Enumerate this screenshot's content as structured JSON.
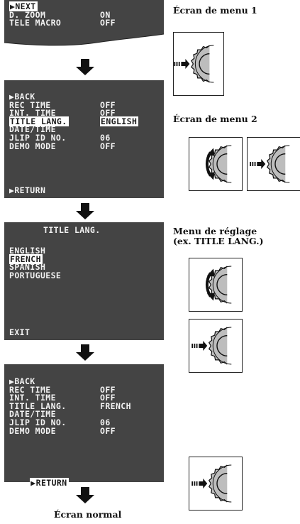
{
  "screen1": {
    "rows": [
      {
        "label": "▶NEXT",
        "value": "",
        "highlight": true
      },
      {
        "label": "D. ZOOM",
        "value": "ON"
      },
      {
        "label": "TELE MACRO",
        "value": "OFF"
      }
    ]
  },
  "screen2": {
    "rows": [
      {
        "label": "▶BACK",
        "value": ""
      },
      {
        "label": "REC TIME",
        "value": "OFF"
      },
      {
        "label": "INT. TIME",
        "value": "OFF"
      },
      {
        "label": "TITLE LANG.",
        "value": "ENGLISH",
        "highlight": true
      },
      {
        "label": "DATE/TIME",
        "value": ""
      },
      {
        "label": "JLIP ID NO.",
        "value": "06"
      },
      {
        "label": "DEMO MODE",
        "value": "OFF"
      }
    ],
    "footer": "▶RETURN"
  },
  "screen3": {
    "title": "TITLE LANG.",
    "options": [
      {
        "label": "ENGLISH"
      },
      {
        "label": "FRENCH",
        "highlight": true
      },
      {
        "label": "SPANISH"
      },
      {
        "label": "PORTUGUESE"
      }
    ],
    "footer": "EXIT"
  },
  "screen4": {
    "rows": [
      {
        "label": "▶BACK",
        "value": ""
      },
      {
        "label": "REC TIME",
        "value": "OFF"
      },
      {
        "label": "INT. TIME",
        "value": "OFF"
      },
      {
        "label": "TITLE LANG.",
        "value": "FRENCH"
      },
      {
        "label": "DATE/TIME",
        "value": ""
      },
      {
        "label": "JLIP ID NO.",
        "value": "06"
      },
      {
        "label": "DEMO MODE",
        "value": "OFF"
      }
    ],
    "footer": "▶RETURN"
  },
  "captions": {
    "menu1": "Écran de menu 1",
    "menu2": "Écran de menu 2",
    "setting": "Menu de réglage\n(ex. TITLE LANG.)",
    "normal": "Écran normal"
  },
  "icons": {
    "dial_push": "dial-push-icon",
    "dial_rotate": "dial-rotate-icon",
    "down_arrow": "down-arrow-icon"
  },
  "colors": {
    "screen_bg": "#444444",
    "screen_text": "#f2f2f2",
    "highlight_bg": "#ffffff"
  }
}
